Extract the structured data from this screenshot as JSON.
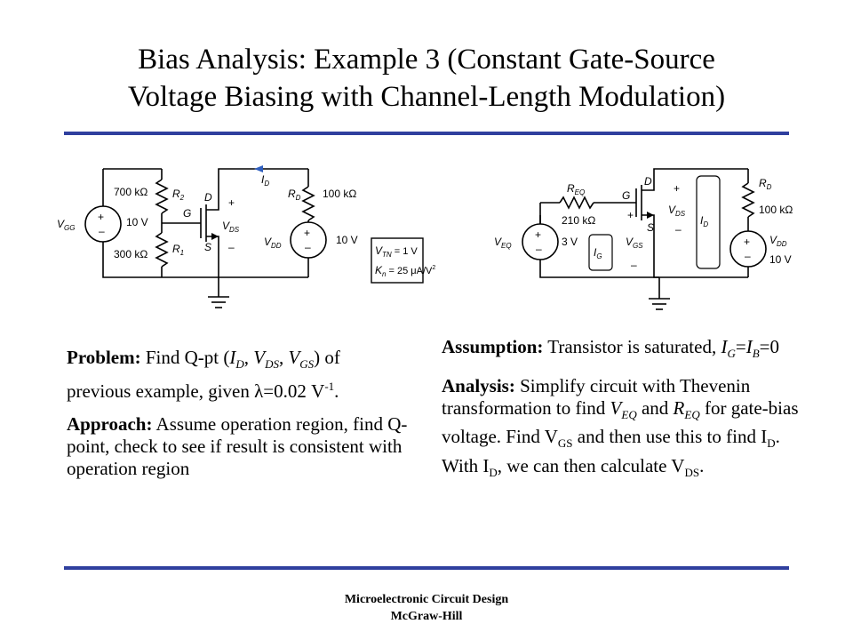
{
  "title": {
    "line1": "Bias Analysis: Example 3 (Constant Gate-Source",
    "line2": "Voltage Biasing with Channel-Length Modulation)"
  },
  "circuit1": {
    "r2_value": "700 kΩ",
    "r1_value": "300 kΩ",
    "r2": "R",
    "r2_sub": "2",
    "r1": "R",
    "r1_sub": "1",
    "vgg": "V",
    "vgg_sub": "GG",
    "vgg_value": "10 V",
    "g": "G",
    "d": "D",
    "s": "S",
    "plus": "+",
    "minus": "–",
    "vds": "V",
    "vds_sub": "DS",
    "id": "I",
    "id_sub": "D",
    "rd": "R",
    "rd_sub": "D",
    "rd_value": "100 kΩ",
    "vdd": "V",
    "vdd_sub": "DD",
    "vdd_value": "10 V",
    "vtn": "V",
    "vtn_sub": "TN",
    "vtn_value": " = 1 V",
    "kn": "K",
    "kn_sub": "n",
    "kn_value": " = 25 μA/V",
    "kn_sup": "2"
  },
  "circuit2": {
    "req": "R",
    "req_sub": "EQ",
    "req_value": "210 kΩ",
    "veq": "V",
    "veq_sub": "EQ",
    "veq_value": "3 V",
    "g": "G",
    "d": "D",
    "s": "S",
    "plus": "+",
    "minus": "–",
    "vds": "V",
    "vds_sub": "DS",
    "vgs": "V",
    "vgs_sub": "GS",
    "ig": "I",
    "ig_sub": "G",
    "id": "I",
    "id_sub": "D",
    "rd": "R",
    "rd_sub": "D",
    "rd_value": "100 kΩ",
    "vdd": "V",
    "vdd_sub": "DD",
    "vdd_value": "10 V"
  },
  "problem": {
    "label": "Problem:",
    "t1": " Find Q-pt (",
    "id": "I",
    "id_sub": "D",
    "c1": ", ",
    "vds": "V",
    "vds_sub": "DS",
    "c2": ", ",
    "vgs": "V",
    "vgs_sub": "GS",
    "t2": ") of previous example, given ",
    "lambda": "λ",
    "t3": "=0.02 V",
    "sup": "-1",
    "t4": "."
  },
  "approach": {
    "label": "Approach:",
    "text": " Assume operation region, find Q-point, check to see if result is consistent with operation region"
  },
  "assumption": {
    "label": "Assumption:",
    "text": " Transistor is saturated, ",
    "ig": "I",
    "ig_sub": "G",
    "eq1": "=",
    "ib": "I",
    "ib_sub": "B",
    "eq2": "=0"
  },
  "analysis": {
    "label": "Analysis:",
    "t1": " Simplify circuit with Thevenin transformation to find ",
    "veq": "V",
    "veq_sub": "EQ",
    "t2": " and ",
    "req": "R",
    "req_sub": "EQ",
    "t3": " for gate-bias voltage. Find V",
    "vgs_sub": "GS",
    "t4": " and then use this to find I",
    "id_sub": "D",
    "t5": ".  With I",
    "id2_sub": "D",
    "t6": ", we can then calculate V",
    "vds_sub": "DS",
    "t7": "."
  },
  "footer": {
    "line1": "Microelectronic Circuit Design",
    "line2": "McGraw-Hill"
  },
  "colors": {
    "rule": "#2f3f9e",
    "arrow": "#2f5fbf"
  }
}
